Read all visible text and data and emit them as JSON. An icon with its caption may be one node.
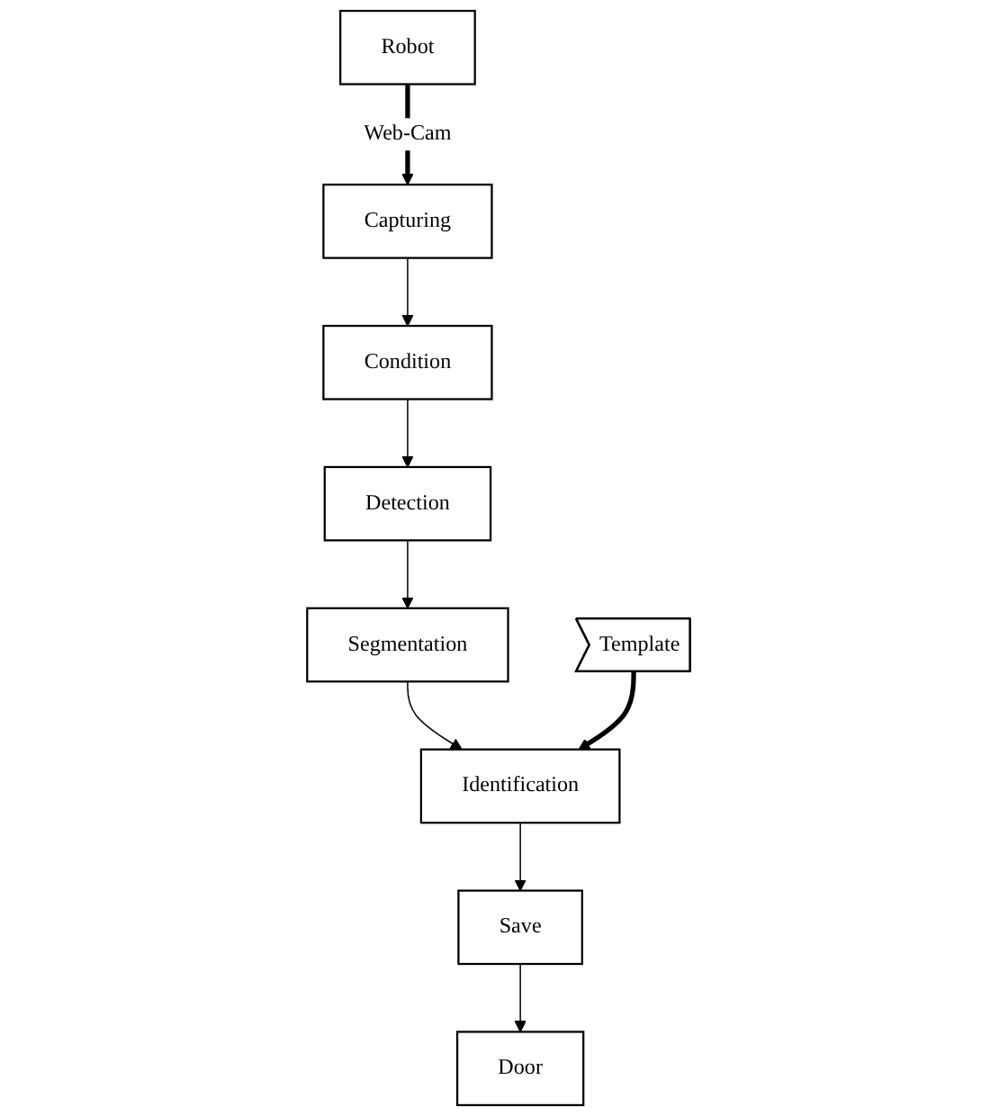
{
  "diagram": {
    "nodes": [
      {
        "text": [
          "Robot"
        ]
      },
      {
        "text": [
          "Capturing"
        ]
      },
      {
        "text": [
          "Condition"
        ]
      },
      {
        "text": [
          "Detection"
        ]
      },
      {
        "text": [
          "Segmentation"
        ]
      },
      {
        "text": [
          "Template"
        ]
      },
      {
        "text": [
          "Identification"
        ]
      },
      {
        "text": [
          "Door"
        ]
      },
      {
        "text": [
          "Save"
        ]
      }
    ],
    "edges": [
      {
        "from": 0,
        "to": 1,
        "arrow": "to",
        "label": "Web-Cam",
        "style": "thick"
      },
      {
        "from": 1,
        "to": 2,
        "arrow": "to"
      },
      {
        "from": 2,
        "to": 3,
        "arrow": "to"
      },
      {
        "from": 3,
        "to": 4,
        "arrow": "to"
      },
      {
        "from": 4,
        "to": 6,
        "arrow": "to"
      },
      {
        "from": 5,
        "to": 6,
        "arrow": "to",
        "style": "thick"
      },
      {
        "from": 6,
        "to": 8,
        "arrow": "to"
      },
      {
        "from": 8,
        "to": 7,
        "arrow": "to"
      }
    ]
  }
}
